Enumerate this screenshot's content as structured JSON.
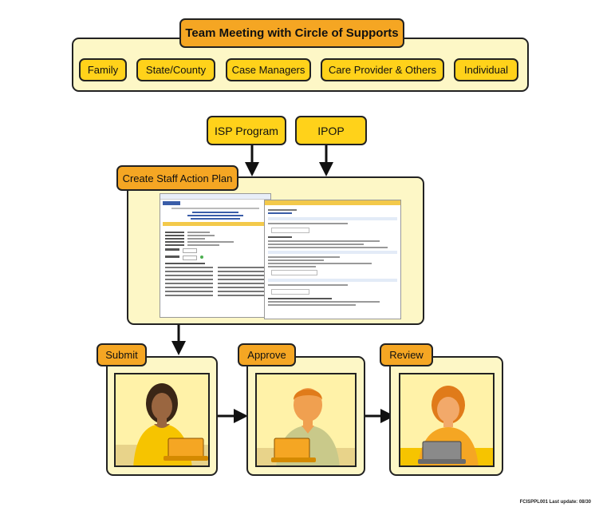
{
  "title": "Team Meeting with Circle of Supports",
  "supports": [
    "Family",
    "State/County",
    "Case Managers",
    "Care Provider & Others",
    "Individual"
  ],
  "inputs": [
    "ISP Program",
    "IPOP"
  ],
  "plan_label": "Create Staff Action Plan",
  "steps": [
    "Submit",
    "Approve",
    "Review"
  ],
  "footer": "FCISPPL001  Last update: 08/30",
  "colors": {
    "orange": "#f5a623",
    "yellow": "#ffd21a",
    "pale": "#fdf7c6",
    "frame": "#fff3b0"
  }
}
